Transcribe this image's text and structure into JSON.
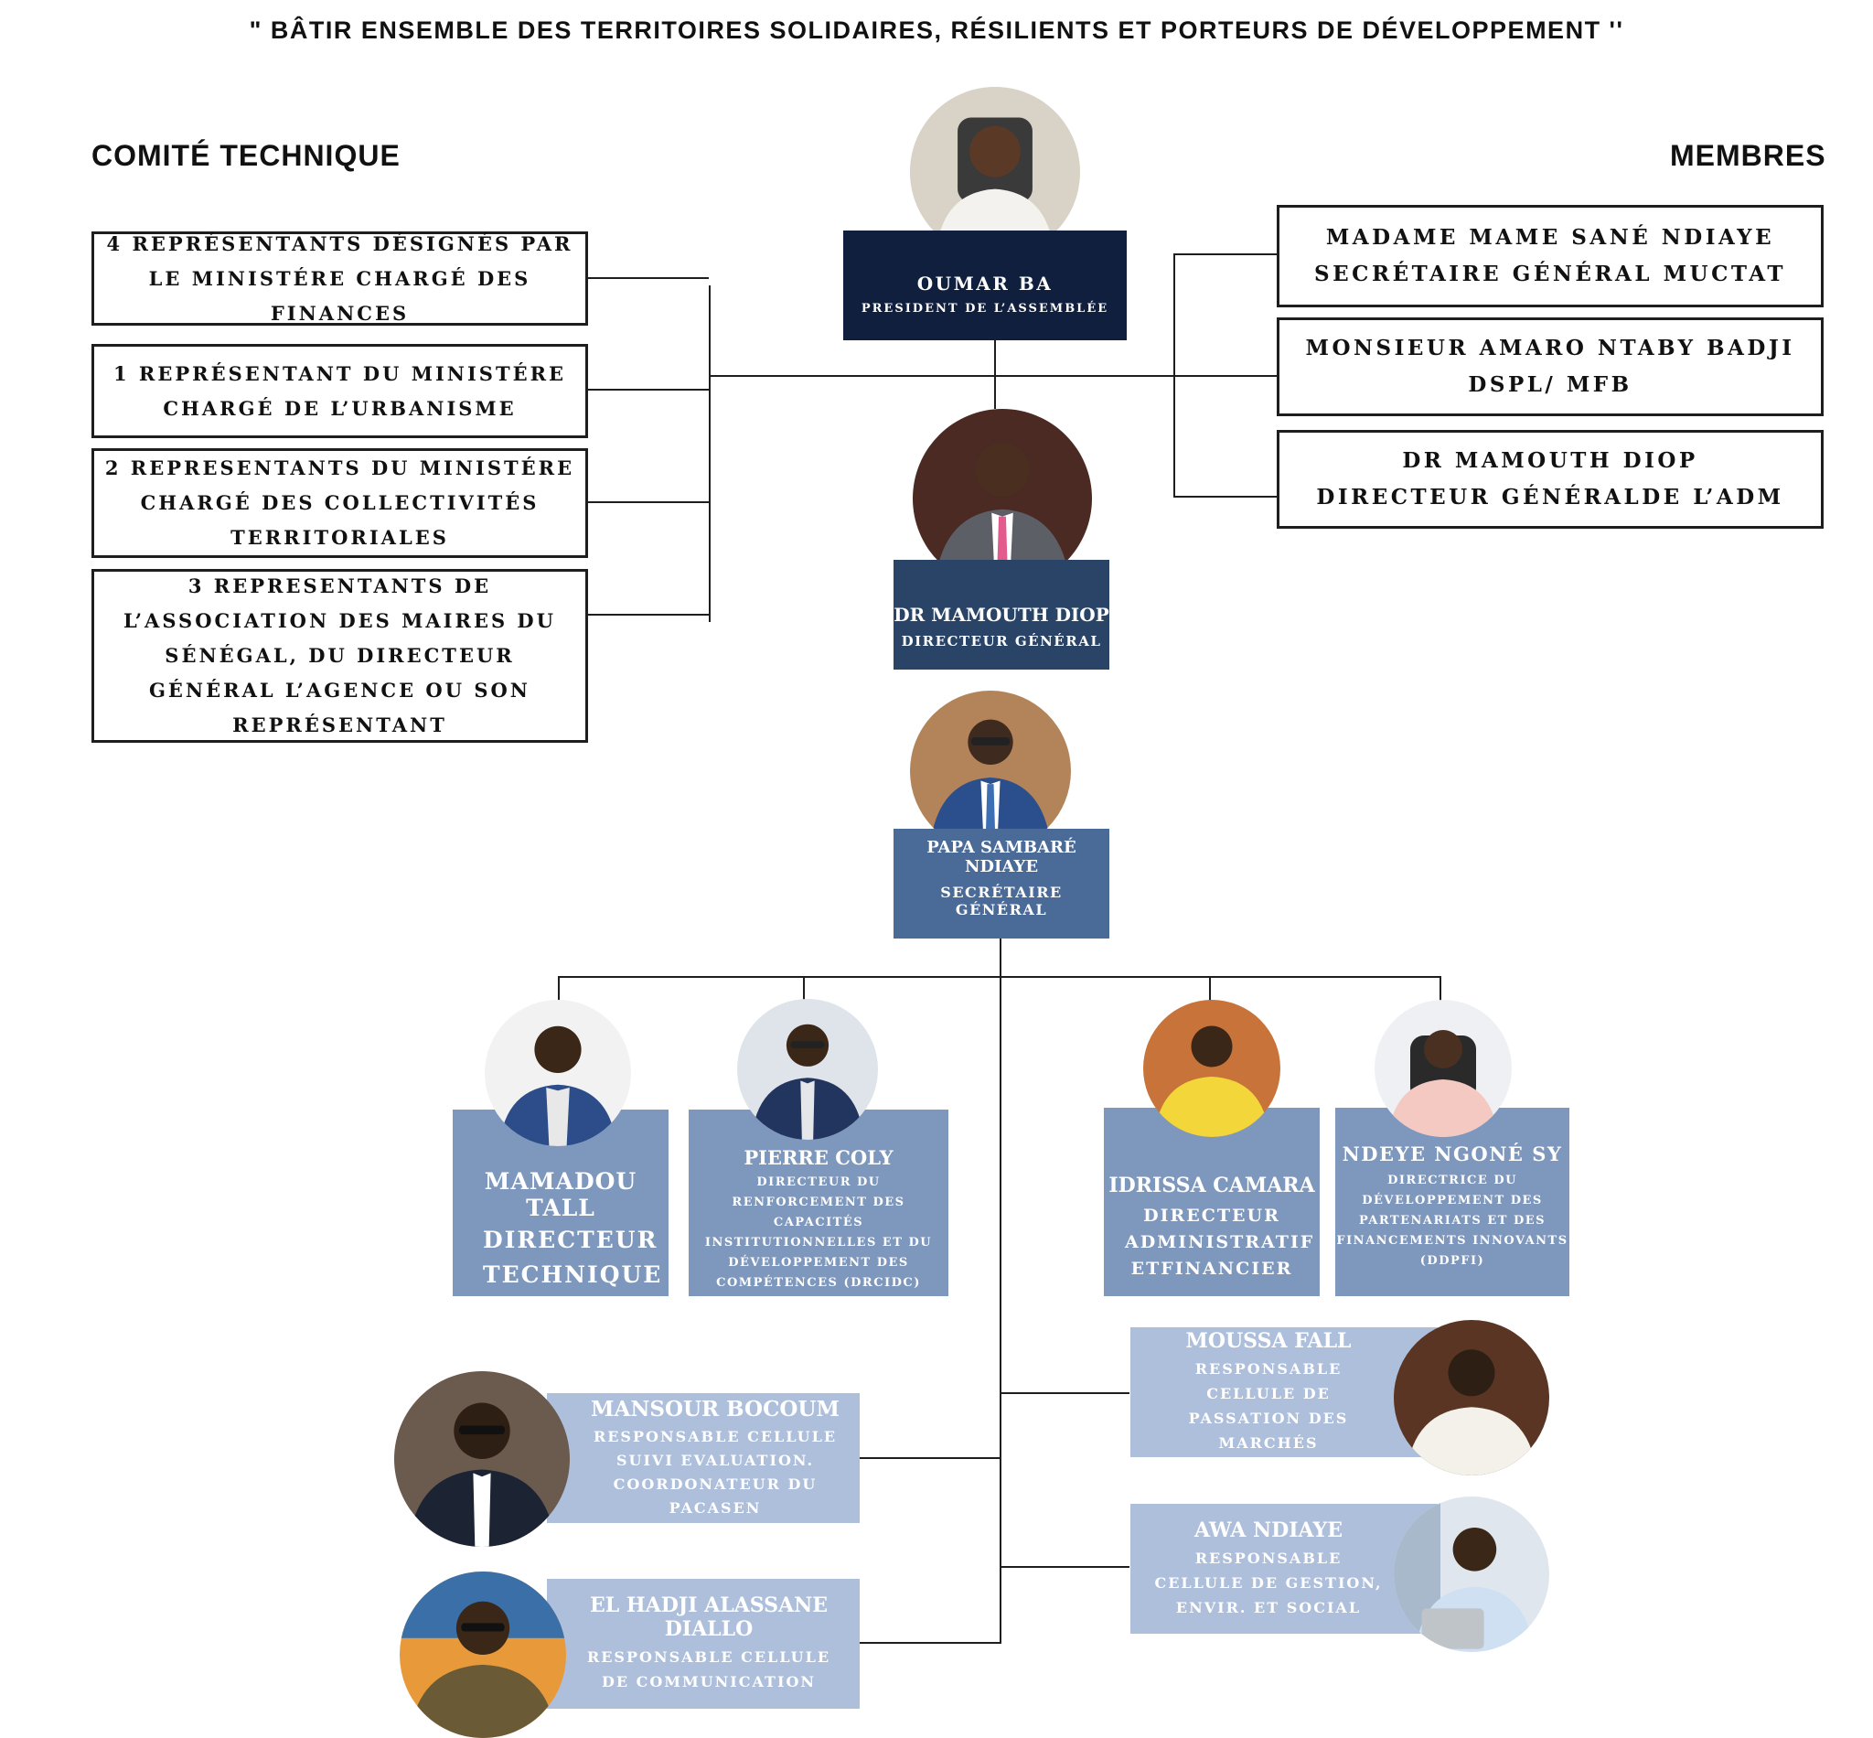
{
  "slogan": "\" BÂTIR ENSEMBLE DES TERRITOIRES SOLIDAIRES, RÉSILIENTS ET PORTEURS DE DÉVELOPPEMENT ''",
  "comite_title": "COMITÉ TECHNIQUE",
  "membres_title": "MEMBRES",
  "comite_items": [
    "4  REPRÉSENTANTS DÉSIGNÉS PAR LE MINISTÉRE CHARGÉ DES FINANCES",
    "1  REPRÉSENTANT DU MINISTÉRE CHARGÉ DE L’URBANISME",
    "2 REPRESENTANTS DU MINISTÉRE CHARGÉ DES COLLECTIVITÉS TERRITORIALES",
    "3  REPRESENTANTS DE L’ASSOCIATION DES MAIRES DU SÉNÉGAL, DU DIRECTEUR GÉNÉRAL L’AGENCE OU SON REPRÉSENTANT"
  ],
  "membres": [
    {
      "line1": "MADAME MAME SANÉ NDIAYE",
      "line2": "SECRÉTAIRE GÉNÉRAL MUCTAT"
    },
    {
      "line1": "MONSIEUR AMARO NTABY BADJI",
      "line2": "DSPL/ MFB"
    },
    {
      "line1": "DR MAMOUTH DIOP",
      "line2": "DIRECTEUR GÉNÉRALDE L’ADM"
    }
  ],
  "president": {
    "name": "OUMAR BA",
    "title": "PRESIDENT DE L’ASSEMBLÉE"
  },
  "dg": {
    "name": "DR MAMOUTH DIOP",
    "title": "DIRECTEUR GÉNÉRAL"
  },
  "sg": {
    "name": "PAPA SAMBARÉ NDIAYE",
    "title": "SECRÉTAIRE GÉNÉRAL"
  },
  "directors": [
    {
      "name": "MAMADOU TALL",
      "title": "DIRECTEUR TECHNIQUE"
    },
    {
      "name": "PIERRE COLY",
      "title": "DIRECTEUR DU RENFORCEMENT DES CAPACITÉS INSTITUTIONNELLES ET DU DÉVELOPPEMENT DES COMPÉTENCES (DRCIDC)"
    },
    {
      "name": "IDRISSA CAMARA",
      "title": "DIRECTEUR ADMINISTRATIF ETFINANCIER"
    },
    {
      "name": "NDEYE NGONÉ SY",
      "title": "DIRECTRICE DU DÉVELOPPEMENT DES PARTENARIATS ET DES FINANCEMENTS INNOVANTS (DDPFI)"
    }
  ],
  "cells": [
    {
      "name": "MANSOUR BOCOUM",
      "title": "RESPONSABLE CELLULE SUIVI EVALUATION. COORDONATEUR DU PACASEN"
    },
    {
      "name": "EL HADJI ALASSANE DIALLO",
      "title": "RESPONSABLE CELLULE DE COMMUNICATION"
    },
    {
      "name": "MOUSSA FALL",
      "title": "RESPONSABLE CELLULE DE PASSATION DES MARCHÉS"
    },
    {
      "name": "AWA NDIAYE",
      "title": "RESPONSABLE CELLULE DE GESTION, ENVIR. ET SOCIAL"
    }
  ],
  "colors": {
    "president_card": "#0f1f3d",
    "dg_card": "#2a4467",
    "sg_card": "#4a6a98",
    "director_card": "#7e97bd",
    "cell_card": "#aebfdb",
    "border": "#1e1e1e"
  }
}
